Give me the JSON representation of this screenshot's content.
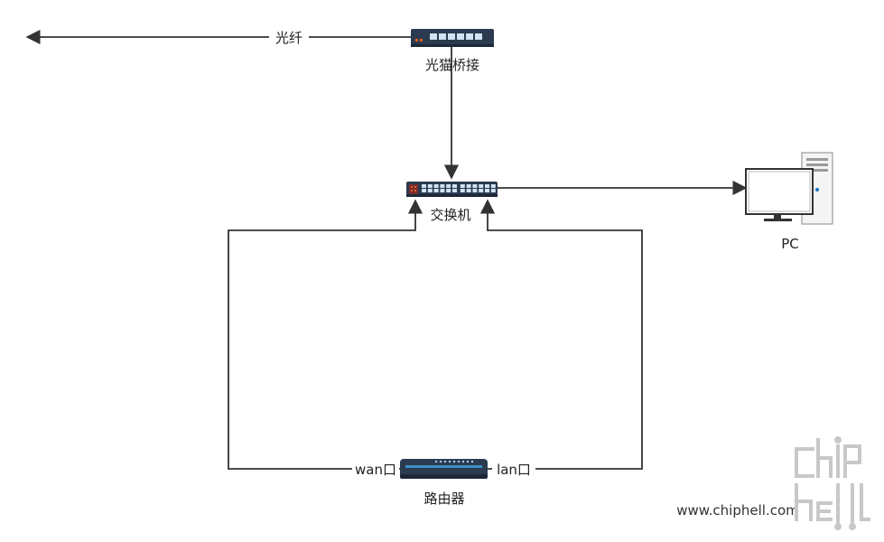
{
  "diagram": {
    "nodes": {
      "modem": {
        "label": "光猫桥接",
        "icon": "network-switch-icon"
      },
      "switch": {
        "label": "交换机",
        "icon": "network-switch-icon"
      },
      "pc": {
        "label": "PC",
        "icon": "desktop-computer-icon"
      },
      "router": {
        "label": "路由器",
        "icon": "router-icon"
      }
    },
    "edges": {
      "fiber": {
        "label": "光纤",
        "from": "modem",
        "to": "offscreen-left"
      },
      "modem_to_switch": {
        "from": "modem",
        "to": "switch"
      },
      "switch_to_pc": {
        "from": "switch",
        "to": "pc"
      },
      "router_wan": {
        "label": "wan口",
        "from": "router",
        "to": "switch"
      },
      "router_lan": {
        "label": "lan口",
        "from": "router",
        "to": "switch"
      }
    }
  },
  "watermark": {
    "url": "www.chiphell.com",
    "logo_text": "chiphell"
  },
  "colors": {
    "line": "#333333",
    "device_dark": "#2b3a4f",
    "port": "#cfe3f4",
    "accent_orange": "#e06020",
    "pc_blue": "#1a6fc2"
  }
}
